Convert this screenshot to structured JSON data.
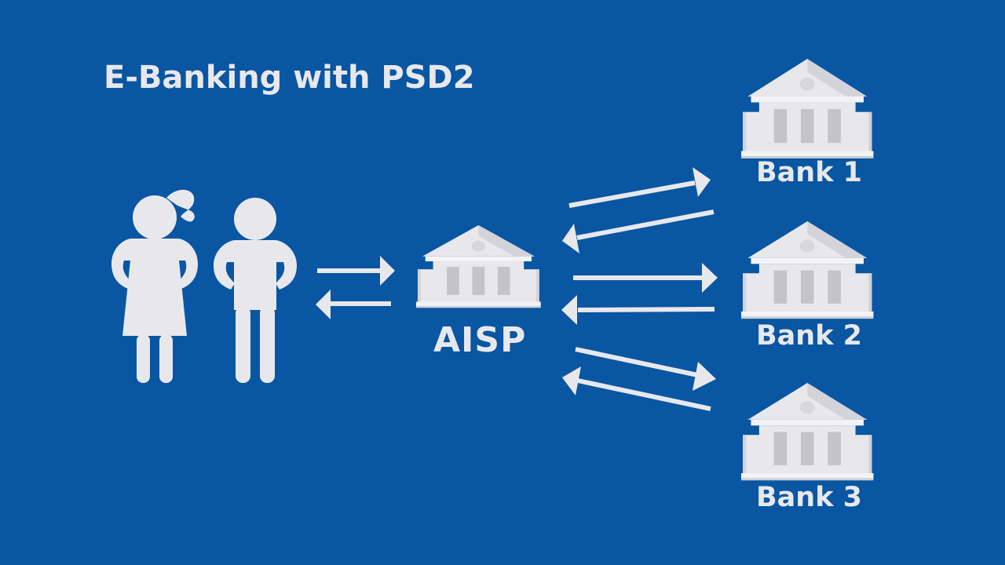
{
  "title": "E-Banking with PSD2",
  "hub": {
    "label": "AISP",
    "icon": "bank-building-icon"
  },
  "banks": [
    {
      "label": "Bank 1",
      "icon": "bank-building-icon"
    },
    {
      "label": "Bank 2",
      "icon": "bank-building-icon"
    },
    {
      "label": "Bank 3",
      "icon": "bank-building-icon"
    }
  ],
  "users": {
    "icons": [
      "girl-icon",
      "boy-icon"
    ]
  },
  "colors": {
    "background": "#0956a3",
    "foreground": "#e8e8ec",
    "shadow": "#c9c9d0"
  }
}
